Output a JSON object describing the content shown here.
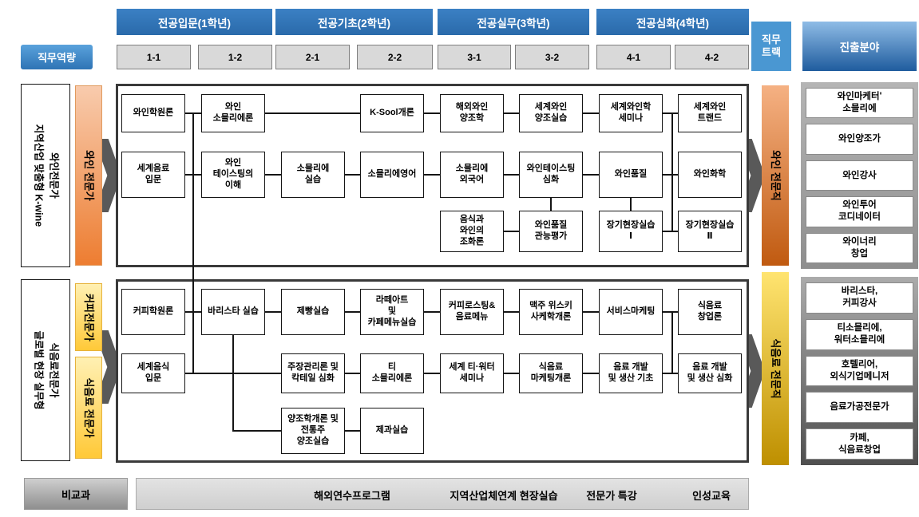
{
  "palette": {
    "blue": "#2e74b5",
    "light_blue": "#4a97d2",
    "orange": "#ed7d31",
    "orange_dark": "#c55a11",
    "gold": "#bf9000",
    "yellow": "#ffc000",
    "arrow_gray": "#595959"
  },
  "top": {
    "competency": "직무역량",
    "years": [
      "전공입문(1학년)",
      "전공기초(2학년)",
      "전공실무(3학년)",
      "전공심화(4학년)"
    ],
    "semesters": [
      "1-1",
      "1-2",
      "2-1",
      "2-2",
      "3-1",
      "3-2",
      "4-1",
      "4-2"
    ],
    "job_track": "직무\n트랙",
    "career_field": "진출분야"
  },
  "wine": {
    "identity": "와인전문가\n지역산업 맞춤형 K-wine",
    "roles": [
      "와인 전문가"
    ],
    "track": "와인 전문직",
    "careers": [
      "와인마케터'\n소믈리에",
      "와인양조가",
      "와인강사",
      "와인투어\n코디네이터",
      "와이너리\n창업"
    ],
    "courses": [
      "와인학원론",
      "와인\n소믈리에론",
      "K-Sool개론",
      "해외와인\n양조학",
      "세계와인\n양조실습",
      "세계와인학\n세미나",
      "세계와인\n트랜드",
      "세계음료\n입문",
      "와인\n테이스팅의\n이해",
      "소믈리에\n실습",
      "소믈리에영어",
      "소믈리에\n외국어",
      "와인테이스팅\n심화",
      "와인품질",
      "와인화학",
      "음식과\n와인의\n조화론",
      "와인품질\n관능평가",
      "장기현장실습\nⅠ",
      "장기현장실습\nⅡ"
    ]
  },
  "food": {
    "identity": "식음료전문가\n글로벌 현장 실무형",
    "roles": [
      "커피전문가",
      "식음료 전문가"
    ],
    "track": "식음료 전문직",
    "careers": [
      "바리스타,\n커피강사",
      "티소믈리에,\n워터소믈리에",
      "호텔리어,\n외식기업메니저",
      "음료가공전문가",
      "카페,\n식음료창업"
    ],
    "courses": [
      "커피학원론",
      "바리스타 실습",
      "제빵실습",
      "라떼아트\n및\n카페메뉴실습",
      "커피로스팅&\n음료메뉴",
      "맥주 위스키\n사케학개론",
      "서비스마케팅",
      "식음료\n창업론",
      "세계음식\n입문",
      "주장관리론 및\n칵테일 심화",
      "티\n소믈리에론",
      "세계 티·워터\n세미나",
      "식음료\n마케팅개론",
      "음료 개발\n및 생산 기초",
      "음료 개발\n및 생산 심화",
      "양조학개론 및\n전통주\n양조실습",
      "제과실습"
    ]
  },
  "extracurricular": {
    "label": "비교과",
    "items": [
      "해외연수프로그램",
      "지역산업체연계 현장실습",
      "전문가 특강",
      "인성교육"
    ]
  }
}
